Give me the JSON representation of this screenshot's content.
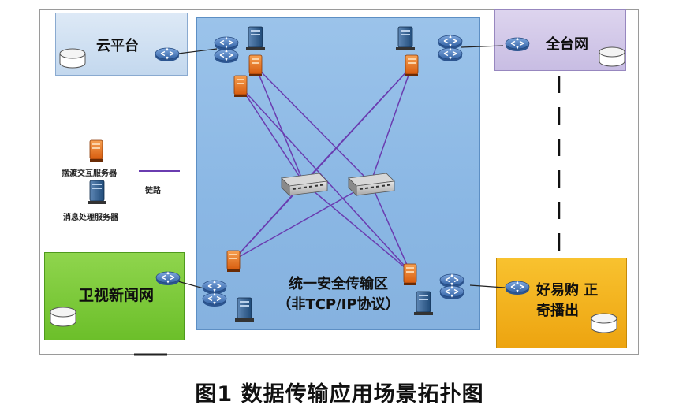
{
  "caption": "图1 数据传输应用场景拓扑图",
  "center_zone": {
    "line1": "统一安全传输区",
    "line2": "（非TCP/IP协议）"
  },
  "zones": {
    "cloud": "云平台",
    "cctv": "全台网",
    "weishi": "卫视新闻网",
    "haoyi_line1": "好易购 正",
    "haoyi_line2": "奇播出"
  },
  "legend": {
    "ferry_server": "摆渡交互服务器",
    "message_server": "消息处理服务器",
    "link": "链路"
  },
  "colors": {
    "link": "#6a3cb0",
    "ferry_server": "#e8701e",
    "message_server": "#2f5d8c",
    "router": "#3f72b8"
  }
}
